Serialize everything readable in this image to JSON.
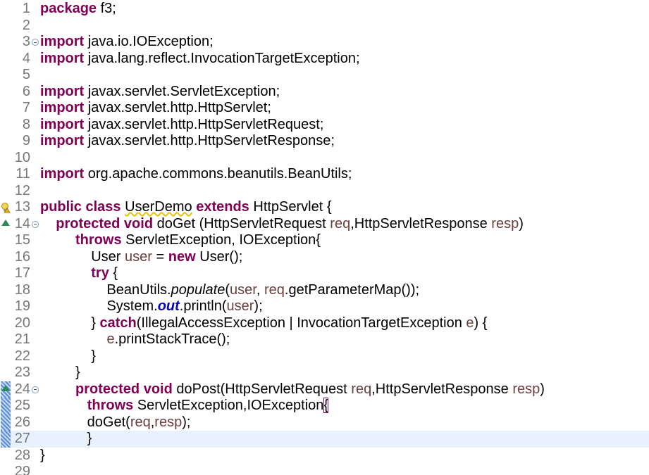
{
  "editor": {
    "lines": [
      {
        "num": "1",
        "tokens": [
          {
            "t": "package",
            "c": "kw"
          },
          {
            "t": " f3;"
          }
        ]
      },
      {
        "num": "2",
        "tokens": []
      },
      {
        "num": "3",
        "fold": true,
        "tokens": [
          {
            "t": "import",
            "c": "kw"
          },
          {
            "t": " java.io.IOException;"
          }
        ]
      },
      {
        "num": "4",
        "tokens": [
          {
            "t": "import",
            "c": "kw"
          },
          {
            "t": " java.lang.reflect.InvocationTargetException;"
          }
        ]
      },
      {
        "num": "5",
        "tokens": []
      },
      {
        "num": "6",
        "tokens": [
          {
            "t": "import",
            "c": "kw"
          },
          {
            "t": " javax.servlet.ServletException;"
          }
        ]
      },
      {
        "num": "7",
        "tokens": [
          {
            "t": "import",
            "c": "kw"
          },
          {
            "t": " javax.servlet.http.HttpServlet;"
          }
        ]
      },
      {
        "num": "8",
        "tokens": [
          {
            "t": "import",
            "c": "kw"
          },
          {
            "t": " javax.servlet.http.HttpServletRequest;"
          }
        ]
      },
      {
        "num": "9",
        "tokens": [
          {
            "t": "import",
            "c": "kw"
          },
          {
            "t": " javax.servlet.http.HttpServletResponse;"
          }
        ]
      },
      {
        "num": "10",
        "tokens": []
      },
      {
        "num": "11",
        "tokens": [
          {
            "t": "import",
            "c": "kw"
          },
          {
            "t": " org.apache.commons.beanutils.BeanUtils;"
          }
        ]
      },
      {
        "num": "12",
        "tokens": []
      },
      {
        "num": "13",
        "annotation": "warning",
        "tokens": [
          {
            "t": "public",
            "c": "kw"
          },
          {
            "t": " "
          },
          {
            "t": "class",
            "c": "kw"
          },
          {
            "t": " "
          },
          {
            "t": "UserDemo",
            "c": "squiggle"
          },
          {
            "t": " "
          },
          {
            "t": "extends",
            "c": "kw"
          },
          {
            "t": " HttpServlet {"
          }
        ]
      },
      {
        "num": "14",
        "fold": true,
        "annotation": "override",
        "tokens": [
          {
            "t": "    "
          },
          {
            "t": "protected",
            "c": "kw"
          },
          {
            "t": " "
          },
          {
            "t": "void",
            "c": "kw"
          },
          {
            "t": " doGet (HttpServletRequest "
          },
          {
            "t": "req",
            "c": "param"
          },
          {
            "t": ",HttpServletResponse "
          },
          {
            "t": "resp",
            "c": "param"
          },
          {
            "t": ")"
          }
        ]
      },
      {
        "num": "15",
        "tokens": [
          {
            "t": "         "
          },
          {
            "t": "throws",
            "c": "kw"
          },
          {
            "t": " ServletException, IOException{"
          }
        ]
      },
      {
        "num": "16",
        "tokens": [
          {
            "t": "             User "
          },
          {
            "t": "user",
            "c": "param"
          },
          {
            "t": " = "
          },
          {
            "t": "new",
            "c": "kw"
          },
          {
            "t": " User();"
          }
        ]
      },
      {
        "num": "17",
        "tokens": [
          {
            "t": "             "
          },
          {
            "t": "try",
            "c": "kw"
          },
          {
            "t": " {"
          }
        ]
      },
      {
        "num": "18",
        "tokens": [
          {
            "t": "                 BeanUtils."
          },
          {
            "t": "populate",
            "c": "static"
          },
          {
            "t": "("
          },
          {
            "t": "user",
            "c": "param"
          },
          {
            "t": ", "
          },
          {
            "t": "req",
            "c": "param"
          },
          {
            "t": ".getParameterMap());"
          }
        ]
      },
      {
        "num": "19",
        "tokens": [
          {
            "t": "                 System."
          },
          {
            "t": "out",
            "c": "field"
          },
          {
            "t": ".println("
          },
          {
            "t": "user",
            "c": "param"
          },
          {
            "t": ");"
          }
        ]
      },
      {
        "num": "20",
        "tokens": [
          {
            "t": "             } "
          },
          {
            "t": "catch",
            "c": "kw"
          },
          {
            "t": "(IllegalAccessException | InvocationTargetException "
          },
          {
            "t": "e",
            "c": "param"
          },
          {
            "t": ") {"
          }
        ]
      },
      {
        "num": "21",
        "tokens": [
          {
            "t": "                 "
          },
          {
            "t": "e",
            "c": "param"
          },
          {
            "t": ".printStackTrace();"
          }
        ]
      },
      {
        "num": "22",
        "tokens": [
          {
            "t": "             }"
          }
        ]
      },
      {
        "num": "23",
        "tokens": [
          {
            "t": "         }"
          }
        ]
      },
      {
        "num": "24",
        "fold": true,
        "annotation": "change-override",
        "tokens": [
          {
            "t": "         "
          },
          {
            "t": "protected",
            "c": "kw"
          },
          {
            "t": " "
          },
          {
            "t": "void",
            "c": "kw"
          },
          {
            "t": " doPost(HttpServletRequest "
          },
          {
            "t": "req",
            "c": "param"
          },
          {
            "t": ",HttpServletResponse "
          },
          {
            "t": "resp",
            "c": "param"
          },
          {
            "t": ")"
          }
        ]
      },
      {
        "num": "25",
        "annotation": "change",
        "tokens": [
          {
            "t": "            "
          },
          {
            "t": "throws",
            "c": "kw"
          },
          {
            "t": " ServletException,IOException"
          },
          {
            "t": "{",
            "c": "bracket-box"
          }
        ]
      },
      {
        "num": "26",
        "annotation": "change",
        "tokens": [
          {
            "t": "            doGet("
          },
          {
            "t": "req",
            "c": "param"
          },
          {
            "t": ","
          },
          {
            "t": "resp",
            "c": "param"
          },
          {
            "t": ");"
          }
        ]
      },
      {
        "num": "27",
        "annotation": "change",
        "current": true,
        "tokens": [
          {
            "t": "            }"
          }
        ]
      },
      {
        "num": "28",
        "tokens": [
          {
            "t": "}"
          }
        ]
      },
      {
        "num": "29",
        "tokens": []
      }
    ]
  },
  "colors": {
    "keyword": "#7f0055",
    "parameter": "#6a3e3e",
    "static_field": "#0000c0",
    "line_number": "#787878",
    "current_line": "#e8f2fe"
  }
}
